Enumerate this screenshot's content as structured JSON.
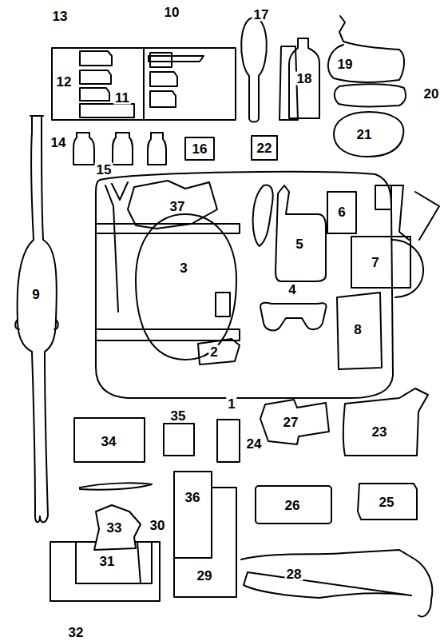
{
  "diagram": {
    "labels": [
      "13",
      "10",
      "17",
      "12",
      "11",
      "18",
      "19",
      "20",
      "21",
      "14",
      "16",
      "22",
      "15",
      "37",
      "3",
      "5",
      "6",
      "7",
      "9",
      "4",
      "8",
      "2",
      "1",
      "35",
      "27",
      "23",
      "34",
      "24",
      "36",
      "26",
      "25",
      "30",
      "33",
      "31",
      "29",
      "28",
      "32"
    ]
  }
}
